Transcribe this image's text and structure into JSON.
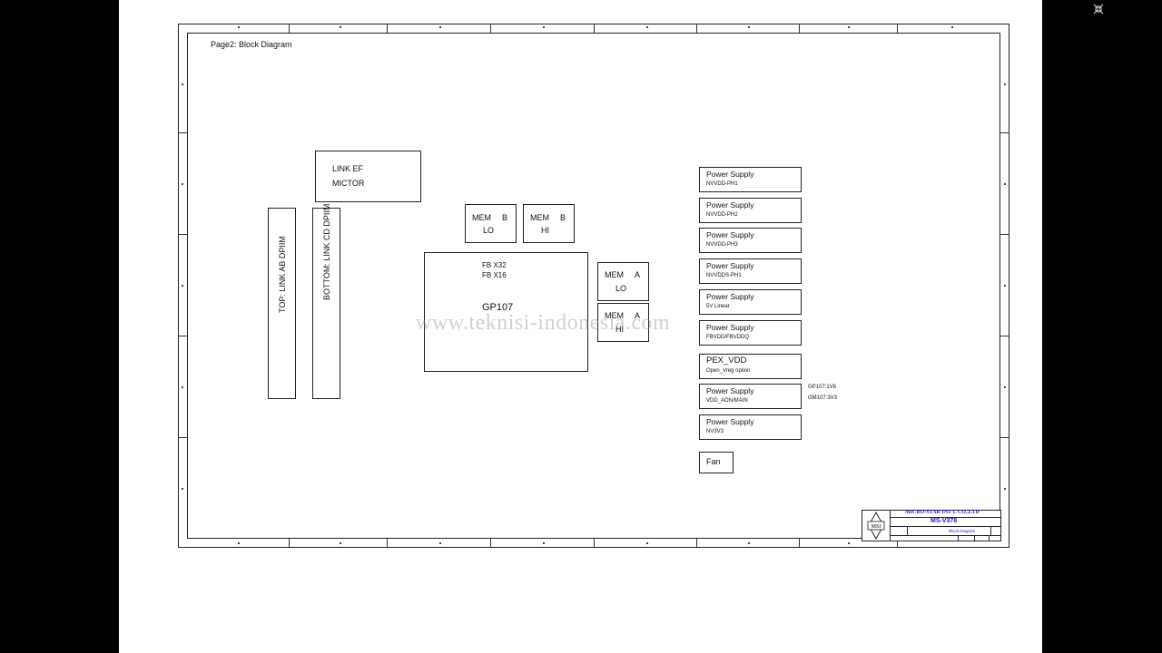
{
  "diagram": {
    "page_title": "Page2: Block Diagram",
    "watermark": "www.teknisi-indonesia.com",
    "link_ef": {
      "line1": "LINK EF",
      "line2": "MICTOR"
    },
    "top_link": "TOP: LINK AB DPIIM",
    "bottom_link": "BOTTOM: LINK CD DPIIM",
    "mem_b_lo": {
      "line1a": "MEM",
      "line1b": "B",
      "line2": "LO"
    },
    "mem_b_hi": {
      "line1a": "MEM",
      "line1b": "B",
      "line2": "HI"
    },
    "mem_a_lo": {
      "line1a": "MEM",
      "line1b": "A",
      "line2": "LO"
    },
    "mem_a_hi": {
      "line1a": "MEM",
      "line1b": "A",
      "line2": "HI"
    },
    "gpu": {
      "fb1": "FB X32",
      "fb2": "FB X16",
      "name": "GP107"
    },
    "power_supplies": [
      {
        "title": "Power Supply",
        "sub": "NVVDD-PH1"
      },
      {
        "title": "Power Supply",
        "sub": "NVVDD-PH2"
      },
      {
        "title": "Power Supply",
        "sub": "NVVDD-PH3"
      },
      {
        "title": "Power Supply",
        "sub": "NVVDDS-PH1"
      },
      {
        "title": "Power Supply",
        "sub": "5V Linear"
      },
      {
        "title": "Power Supply",
        "sub": "FBVDD/FBVDDQ"
      },
      {
        "title": "PEX_VDD",
        "sub": "Open_Vreg option"
      },
      {
        "title": "Power Supply",
        "sub": "VDD_AON/MAIN"
      },
      {
        "title": "Power Supply",
        "sub": "NV3V3"
      }
    ],
    "side_notes": {
      "n1": "GP107:1V8",
      "n2": "GM107:3V3"
    },
    "fan": "Fan",
    "title_block": {
      "company": "MICRO-STAR INT'L CO.,LTD",
      "model": "MS-V378",
      "doc": "Block Diagram",
      "logo": "MSI"
    }
  },
  "colors": {
    "frame": "#222222",
    "accent_blue": "#1a1ad0",
    "background": "#000000"
  }
}
